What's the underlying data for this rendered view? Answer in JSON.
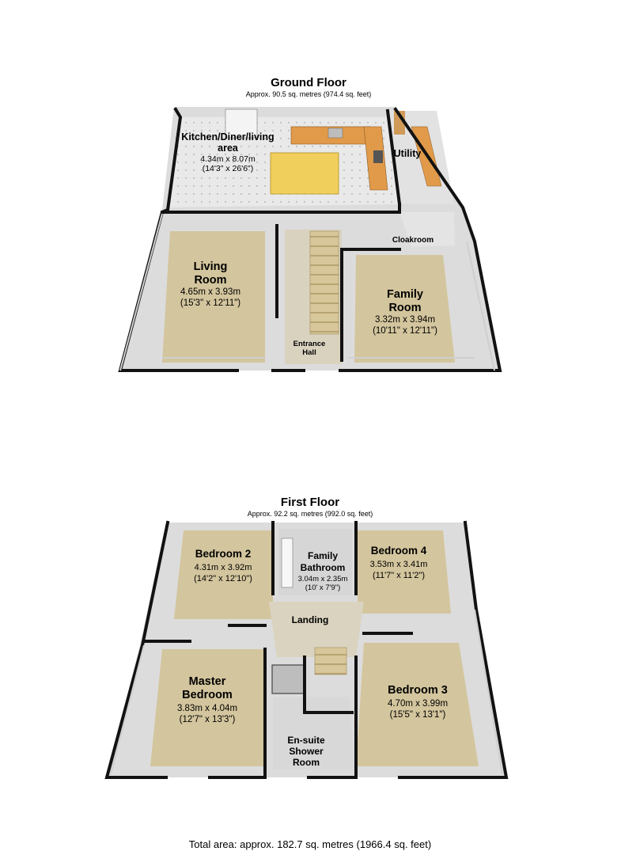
{
  "colors": {
    "wall": "#121212",
    "wall_face": "#e4e4e4",
    "carpet": "#d3c59d",
    "tile": "#e6e6e6",
    "counter": "#e19a4a",
    "island": "#f0cf5c",
    "door": "#c8c8c8",
    "wet_floor": "#cfcfcf"
  },
  "ground_floor": {
    "title": "Ground Floor",
    "area": "Approx. 90.5 sq. metres (974.4 sq. feet)",
    "rooms": {
      "kitchen": {
        "name_1": "Kitchen/Diner/living",
        "name_2": "area",
        "dim_m": "4.34m x 8.07m",
        "dim_ft": "(14'3\" x 26'6\")"
      },
      "utility": {
        "name": "Utility"
      },
      "cloakroom": {
        "name": "Cloakroom"
      },
      "living": {
        "name_1": "Living",
        "name_2": "Room",
        "dim_m": "4.65m x 3.93m",
        "dim_ft": "(15'3\" x 12'11\")"
      },
      "family": {
        "name_1": "Family",
        "name_2": "Room",
        "dim_m": "3.32m x 3.94m",
        "dim_ft": "(10'11\" x 12'11\")"
      },
      "hall": {
        "name_1": "Entrance",
        "name_2": "Hall"
      }
    }
  },
  "first_floor": {
    "title": "First Floor",
    "area": "Approx. 92.2 sq. metres (992.0 sq. feet)",
    "rooms": {
      "bedroom2": {
        "name": "Bedroom 2",
        "dim_m": "4.31m x 3.92m",
        "dim_ft": "(14'2\" x 12'10\")"
      },
      "bathroom": {
        "name_1": "Family",
        "name_2": "Bathroom",
        "dim_m": "3.04m x 2.35m",
        "dim_ft": "(10' x 7'9\")"
      },
      "bedroom4": {
        "name": "Bedroom 4",
        "dim_m": "3.53m x 3.41m",
        "dim_ft": "(11'7\" x 11'2\")"
      },
      "landing": {
        "name": "Landing"
      },
      "master": {
        "name_1": "Master",
        "name_2": "Bedroom",
        "dim_m": "3.83m x 4.04m",
        "dim_ft": "(12'7\" x 13'3\")"
      },
      "bedroom3": {
        "name": "Bedroom 3",
        "dim_m": "4.70m x 3.99m",
        "dim_ft": "(15'5\" x 13'1\")"
      },
      "ensuite": {
        "name_1": "En-suite",
        "name_2": "Shower",
        "name_3": "Room"
      }
    }
  },
  "total_area": "Total area: approx. 182.7 sq. metres (1966.4 sq. feet)"
}
